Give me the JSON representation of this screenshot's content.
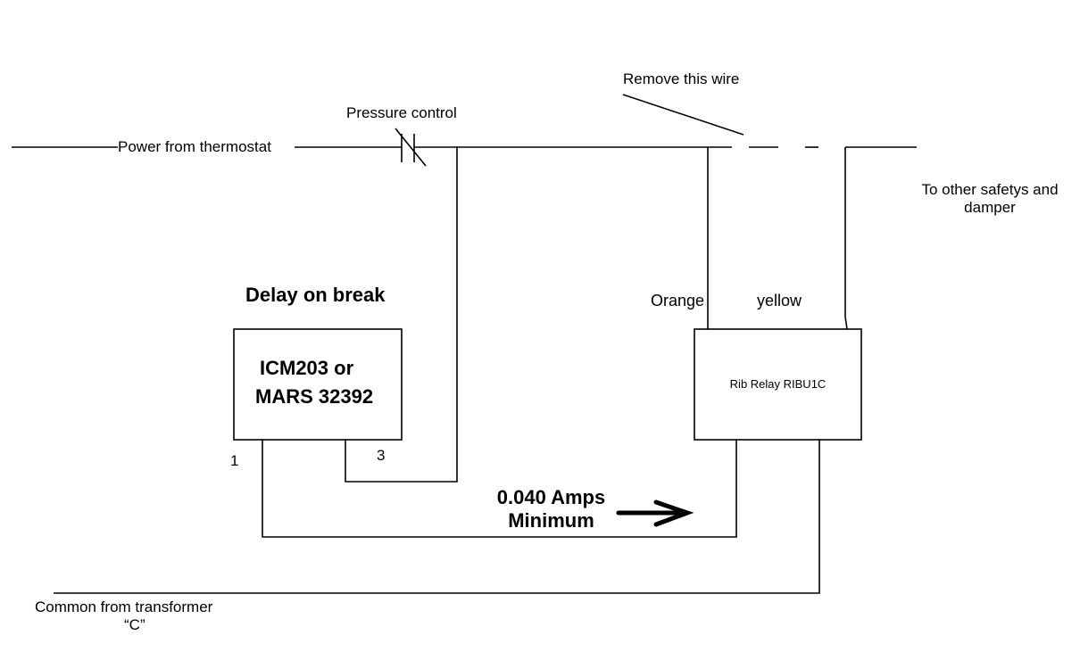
{
  "diagram": {
    "labels": {
      "power_from_thermostat": "Power from thermostat",
      "pressure_control": "Pressure control",
      "remove_this_wire": "Remove this wire",
      "to_other_safetys_line1": "To other safetys and",
      "to_other_safetys_line2": "damper",
      "delay_on_break": "Delay on break",
      "delay_module_line1": "ICM203 or",
      "delay_module_line2": "MARS 32392",
      "terminal_1": "1",
      "terminal_3": "3",
      "orange_wire": "Orange",
      "yellow_wire": "yellow",
      "relay_module": "Rib Relay RIBU1C",
      "current_line1": "0.040 Amps",
      "current_line2": "Minimum",
      "common_line1": "Common from transformer",
      "common_line2": "“C”"
    },
    "components": [
      {
        "id": "pressure-control",
        "type": "normally-closed-switch"
      },
      {
        "id": "delay-on-break",
        "type": "module"
      },
      {
        "id": "rib-relay",
        "type": "relay"
      }
    ],
    "colors": {
      "wire": "#000000",
      "background": "#ffffff"
    }
  }
}
